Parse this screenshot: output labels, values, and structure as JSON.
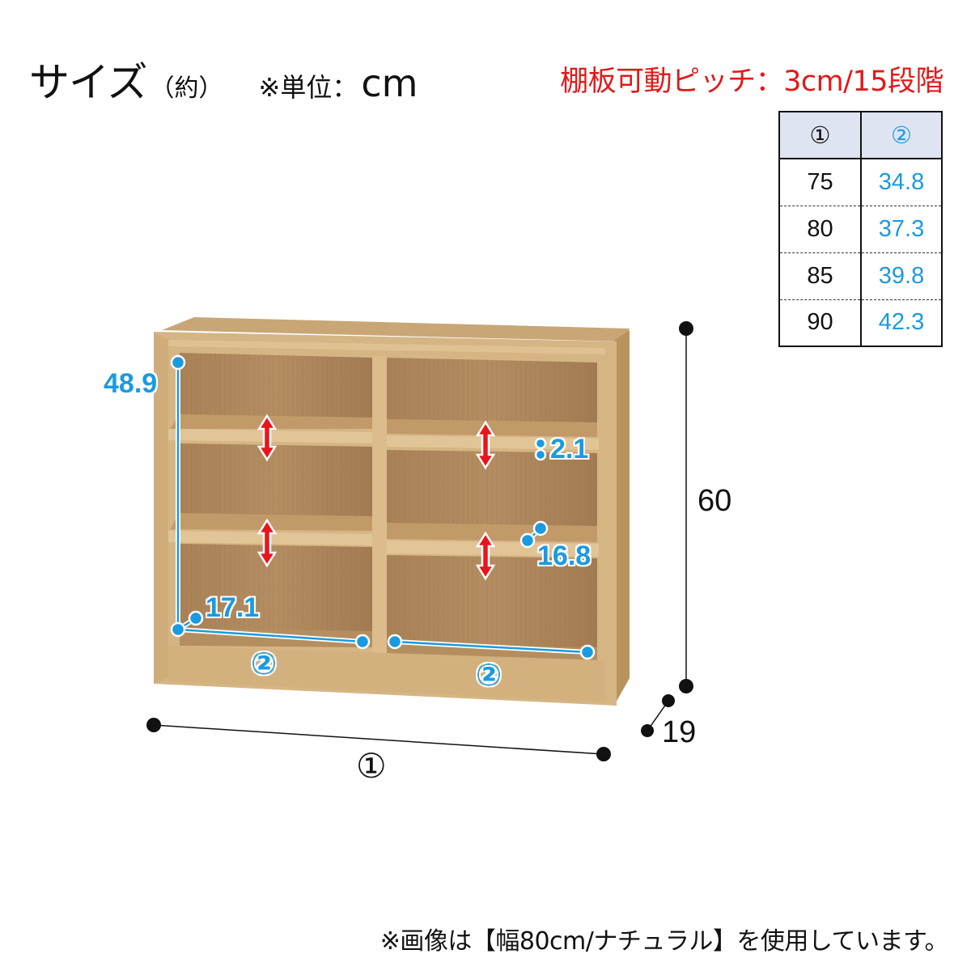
{
  "header": {
    "title": "サイズ",
    "approx": "（約）",
    "unit_label": "※単位：",
    "unit_value": "cm",
    "shelf_pitch": "棚板可動ピッチ：3cm/15段階"
  },
  "size_table": {
    "headers": [
      "①",
      "②"
    ],
    "rows": [
      {
        "w": "75",
        "inner": "34.8"
      },
      {
        "w": "80",
        "inner": "37.3"
      },
      {
        "w": "85",
        "inner": "39.8"
      },
      {
        "w": "90",
        "inner": "42.3"
      }
    ]
  },
  "dimensions": {
    "inner_height": "48.9",
    "shelf_thickness": "2.1",
    "shelf_depth": "16.8",
    "bottom_depth": "17.1",
    "inner_width_left": "②",
    "inner_width_right": "②",
    "total_width": "①",
    "total_height": "60",
    "total_depth": "19"
  },
  "colors": {
    "wood_light": "#d9b98a",
    "wood_mid": "#c9a46f",
    "wood_dark": "#a9825a",
    "dimension_blue": "#1a9ae0",
    "arrow_red": "#e8151b",
    "pitch_red": "#e01a1a",
    "table_header_bg": "#dfe4f2"
  },
  "footnote": "※画像は【幅80cm/ナチュラル】を使用しています。"
}
